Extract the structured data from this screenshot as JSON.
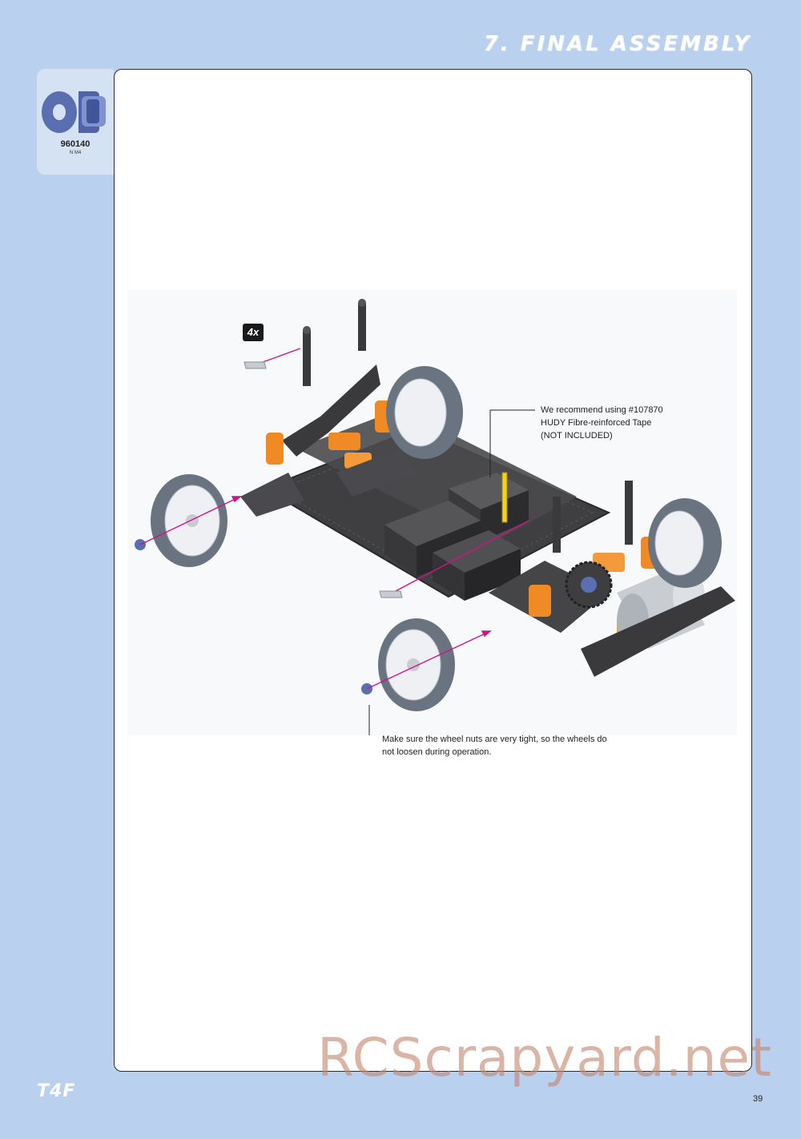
{
  "header": {
    "section_title": "7. FINAL ASSEMBLY"
  },
  "parts": [
    {
      "code": "960140",
      "description": "N M4",
      "icon": "flanged-lock-nut-icon"
    }
  ],
  "illustration": {
    "subject": "chassis-wheel-assembly",
    "quantity_badge": "4x",
    "callouts": {
      "tape_note": [
        "We recommend using #107870",
        "HUDY Fibre-reinforced Tape",
        "(NOT INCLUDED)"
      ],
      "wheel_nut_note": [
        "Make sure the wheel nuts are very tight, so the wheels do",
        "not loosen during operation."
      ]
    }
  },
  "footer": {
    "logo": "T4F",
    "page_number": "39"
  },
  "watermark": "RCScrapyard.net",
  "colors": {
    "page_background": "#b9d0ee",
    "accent_orange": "#f08a24",
    "carbon": "#3b3b3b",
    "tire": "#6a7480",
    "leader": "#d0128a"
  }
}
